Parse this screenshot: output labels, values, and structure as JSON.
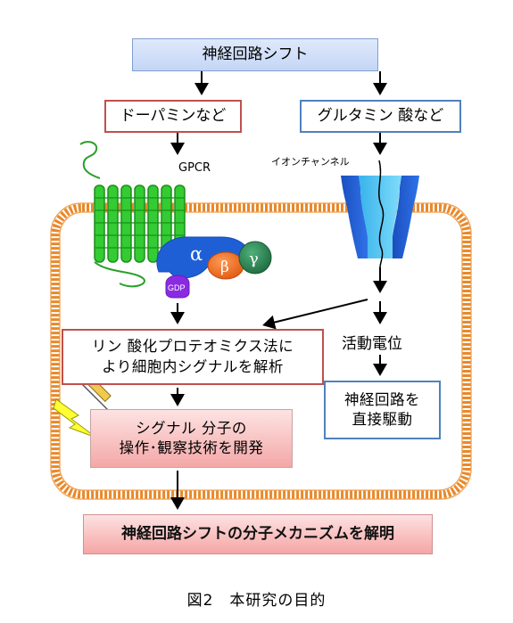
{
  "title": "神経回路シフト",
  "left_input": "ドーパミンなど",
  "right_input": "グルタミン 酸など",
  "gpcr_label": "GPCR",
  "ion_channel_label": "イオンチャンネル",
  "g_protein": {
    "alpha": "α",
    "beta": "β",
    "gamma": "γ",
    "gdp": "GDP"
  },
  "phospho_lines": [
    "リン 酸化プロテオミクス法に",
    "より細胞内シグナルを解析"
  ],
  "signal_lines": [
    "シグナル 分子の",
    "操作･観察技術を開発"
  ],
  "action_potential": "活動電位",
  "neural_lines": [
    "神経回路を",
    "直接駆動"
  ],
  "result": "神経回路シフトの分子メカニズムを解明",
  "caption": "図2　本研究の目的",
  "colors": {
    "membrane": "#e8892b",
    "gpcr": "#33cc33",
    "alpha": "#1f5fd6",
    "beta": "#f07020",
    "gamma": "#2e8b57",
    "gdp": "#8a2be2",
    "channel_dark": "#1e5fd9",
    "channel_light": "#4cc4f2",
    "red_border": "#c0504d",
    "blue_border": "#4f81bd"
  },
  "icons": [
    "syringe-icon",
    "lightning-icon"
  ]
}
